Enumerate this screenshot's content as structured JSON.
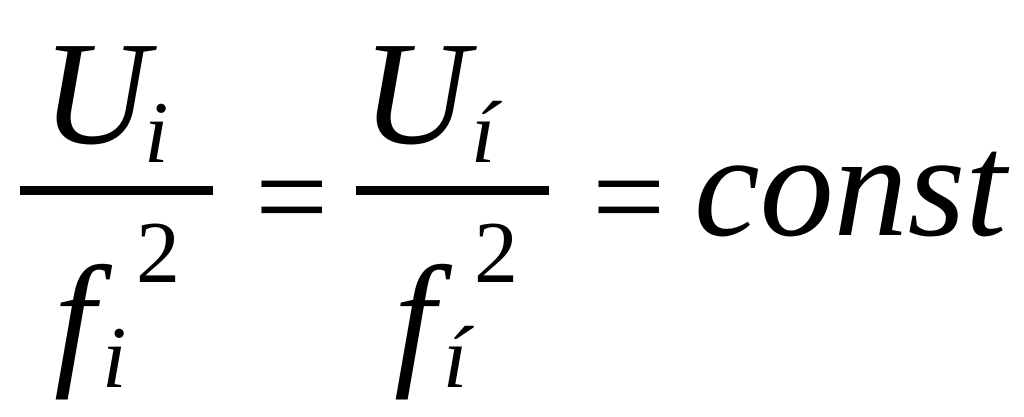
{
  "equation": {
    "frac1": {
      "num_main": "U",
      "num_sub": "i",
      "den_main": "f",
      "den_sub": "i",
      "den_sup": "2"
    },
    "eq1": "=",
    "frac2": {
      "num_main": "U",
      "num_sub": "í",
      "den_main": "f",
      "den_sub": "í",
      "den_sup": "2"
    },
    "eq2": "=",
    "rhs": "const"
  }
}
